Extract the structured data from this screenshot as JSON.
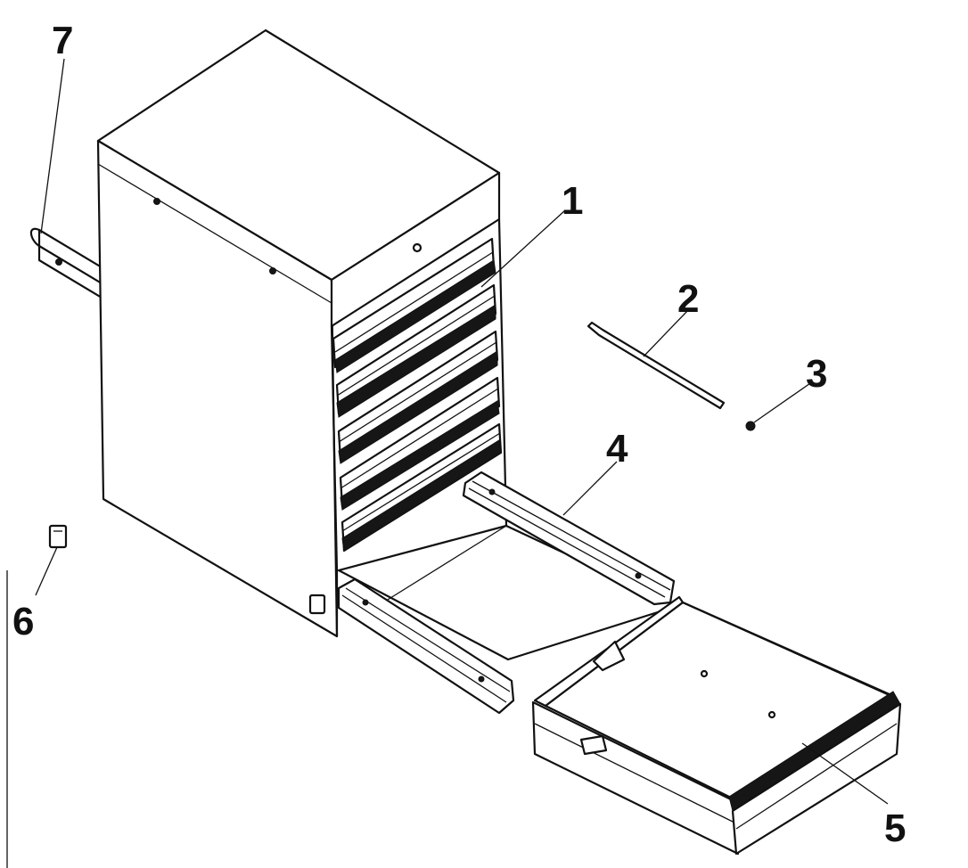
{
  "diagram": {
    "callouts": [
      {
        "id": "1",
        "label": "1"
      },
      {
        "id": "2",
        "label": "2"
      },
      {
        "id": "3",
        "label": "3"
      },
      {
        "id": "4",
        "label": "4"
      },
      {
        "id": "5",
        "label": "5"
      },
      {
        "id": "6",
        "label": "6"
      },
      {
        "id": "7",
        "label": "7"
      }
    ],
    "colors": {
      "ink": "#111111",
      "paper": "#ffffff"
    }
  }
}
